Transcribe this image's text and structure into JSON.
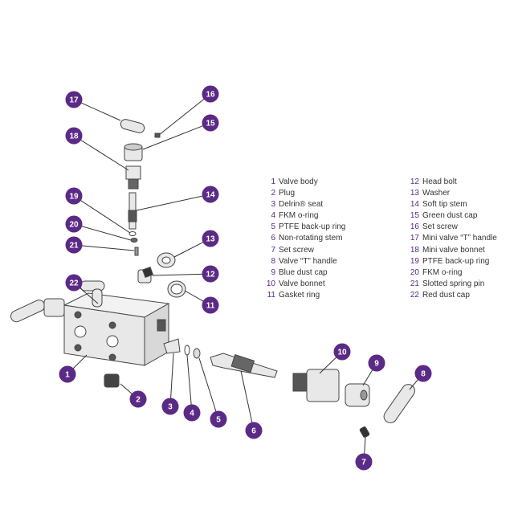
{
  "colors": {
    "badge": "#5b2a86",
    "part_fill": "#e6e6e6",
    "part_dark": "#4a4a4a",
    "line": "#555555"
  },
  "legend": [
    {
      "num": "1",
      "label": "Valve body"
    },
    {
      "num": "2",
      "label": "Plug"
    },
    {
      "num": "3",
      "label": "Delrin® seat"
    },
    {
      "num": "4",
      "label": "FKM o-ring"
    },
    {
      "num": "5",
      "label": "PTFE back-up ring"
    },
    {
      "num": "6",
      "label": "Non-rotating stem"
    },
    {
      "num": "7",
      "label": "Set screw"
    },
    {
      "num": "8",
      "label": "Valve “T” handle"
    },
    {
      "num": "9",
      "label": "Blue dust cap"
    },
    {
      "num": "10",
      "label": "Valve bonnet"
    },
    {
      "num": "11",
      "label": "Gasket ring"
    },
    {
      "num": "12",
      "label": "Head bolt"
    },
    {
      "num": "13",
      "label": "Washer"
    },
    {
      "num": "14",
      "label": "Soft tip stem"
    },
    {
      "num": "15",
      "label": "Green dust cap"
    },
    {
      "num": "16",
      "label": "Set screw"
    },
    {
      "num": "17",
      "label": "Mini valve “T” handle"
    },
    {
      "num": "18",
      "label": "Mini valve bonnet"
    },
    {
      "num": "19",
      "label": "PTFE back-up ring"
    },
    {
      "num": "20",
      "label": "FKM o-ring"
    },
    {
      "num": "21",
      "label": "Slotted spring pin"
    },
    {
      "num": "22",
      "label": "Red dust cap"
    }
  ]
}
